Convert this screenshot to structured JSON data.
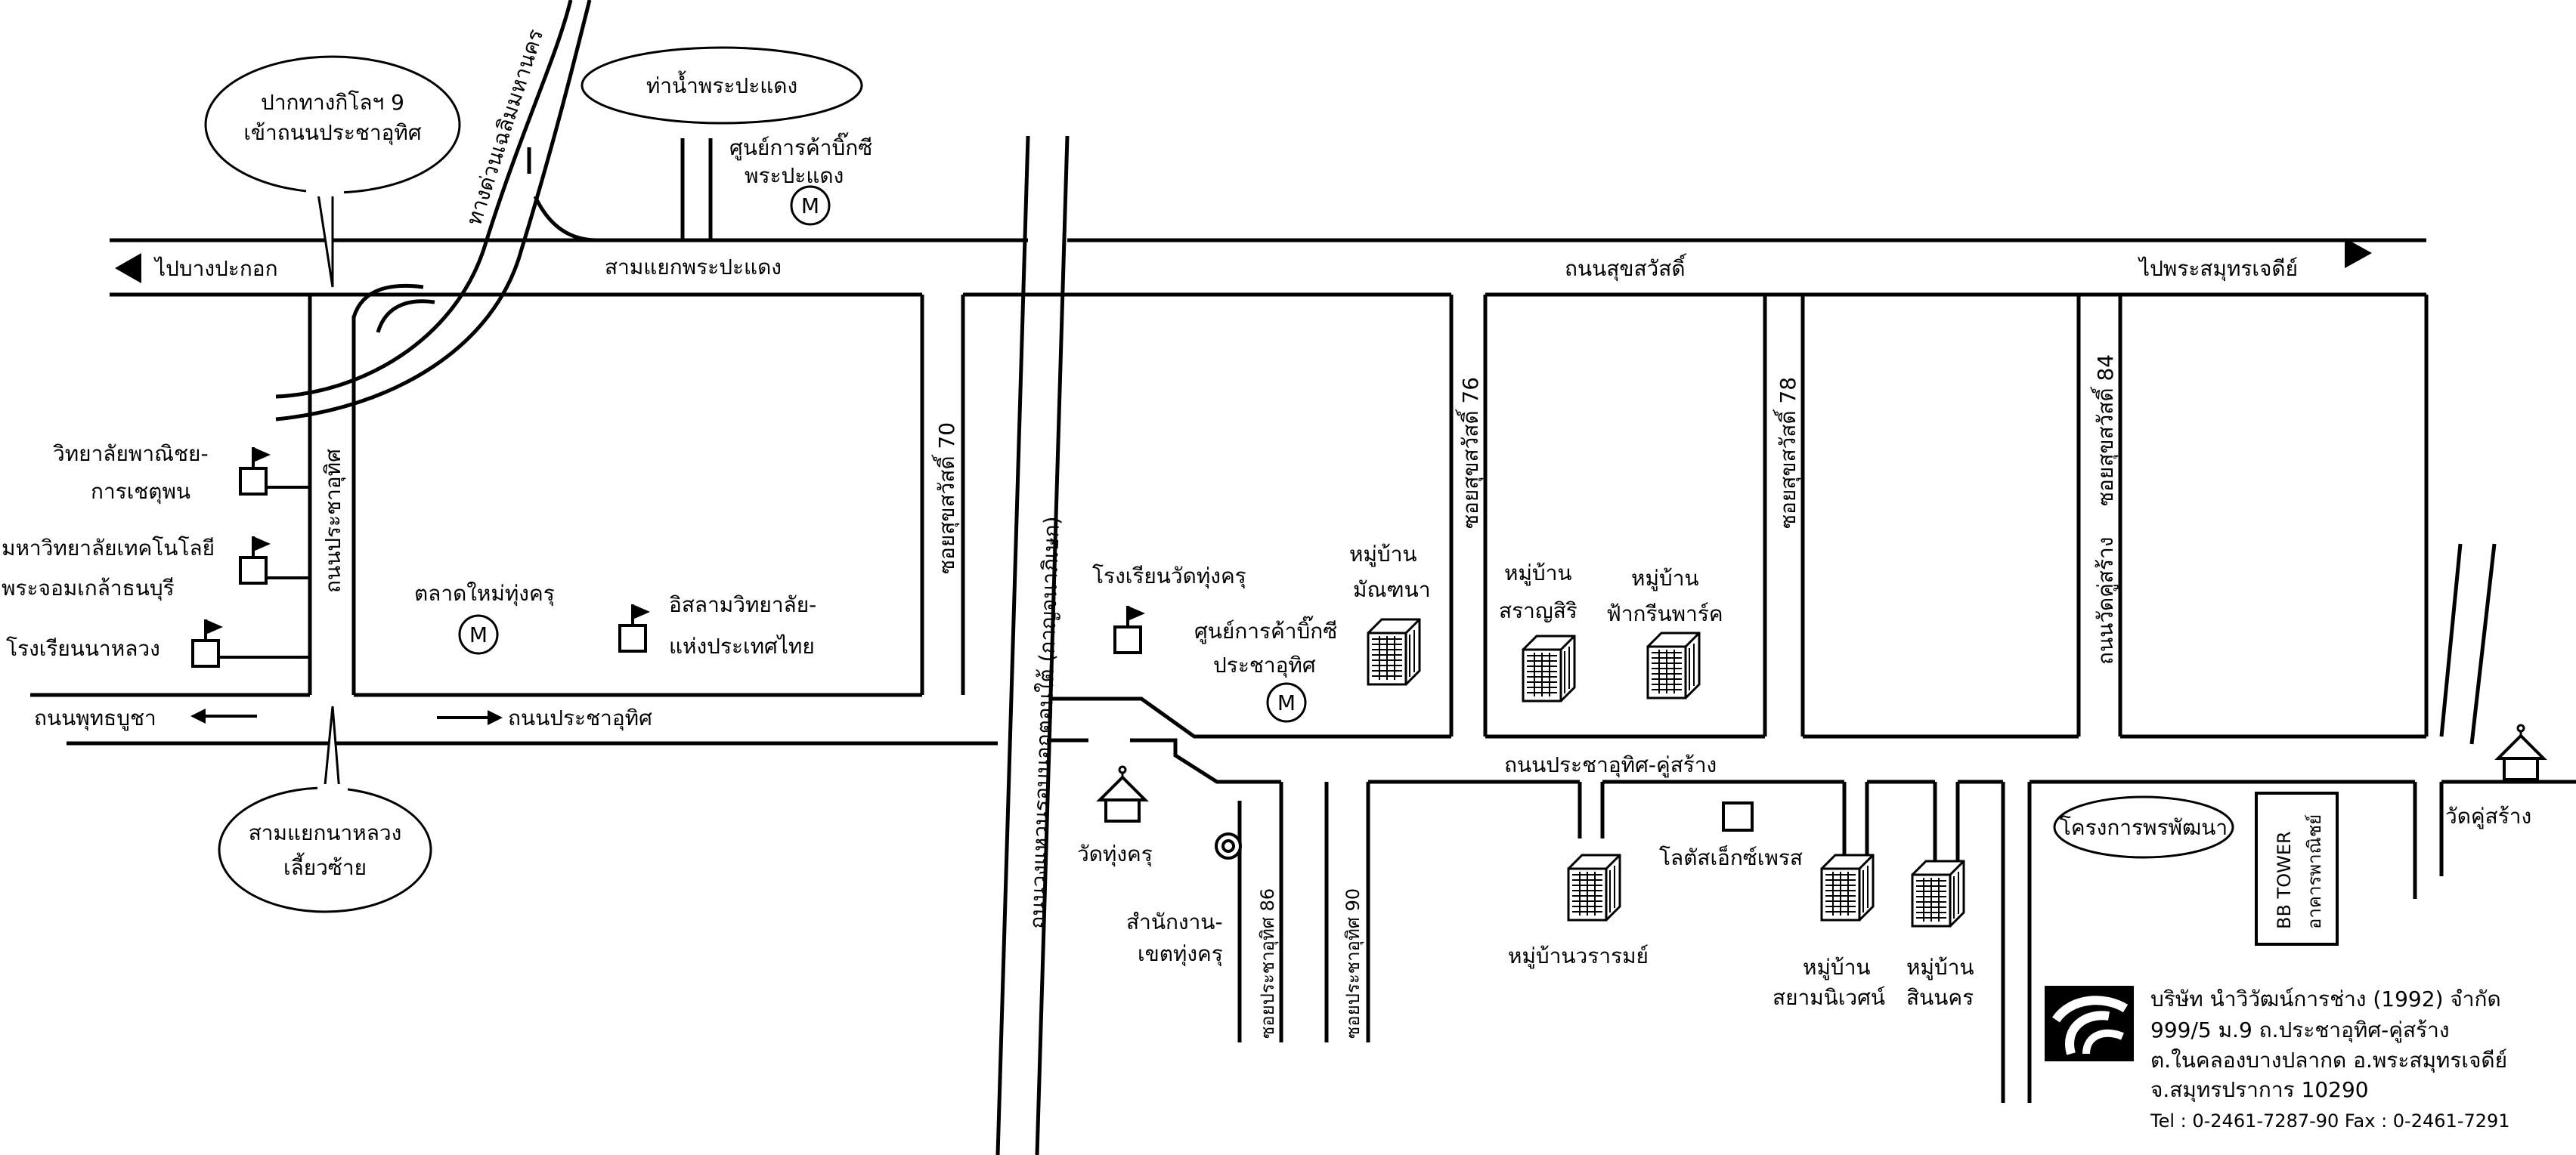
{
  "directions": {
    "west": "ไปบางปะกอก",
    "east": "ไปพระสมุทรเจดีย์"
  },
  "roads": {
    "suksawat": "ถนนสุขสวัสดิ์",
    "sam_yaek_pra_pradaeng": "สามแยกพระปะแดง",
    "expressway": "ทางด่วนเฉลิมมหานคร",
    "outer_ring": "ถนนวงแหวนรอบนอกตอนใต้ (กาญจนาภิเษก)",
    "pracha_uthit_vertical": "ถนนประชาอุทิศ",
    "pracha_uthit_horizontal": "ถนนประชาอุทิศ",
    "phutthabucha": "ถนนพุทธบูชา",
    "pracha_uthit_khu_sang": "ถนนประชาอุทิศ-คู่สร้าง",
    "soi_suksawat_70": "ซอยสุขสวัสดิ์ 70",
    "soi_suksawat_76": "ซอยสุขสวัสดิ์ 76",
    "soi_suksawat_78": "ซอยสุขสวัสดิ์ 78",
    "soi_suksawat_84": "ซอยสุขสวัสดิ์ 84",
    "wat_khu_sang_road": "ถนนวัดคู่สร้าง",
    "soi_pracha_uthit_86": "ซอยประชาอุทิศ 86",
    "soi_pracha_uthit_90": "ซอยประชาอุทิศ 90"
  },
  "callouts": {
    "km9_line1": "ปากทางกิโลฯ 9",
    "km9_line2": "เข้าถนนประชาอุทิศ",
    "pier": "ท่าน้ำพระปะแดง",
    "nalaung_line1": "สามแยกนาหลวง",
    "nalaung_line2": "เลี้ยวซ้าย",
    "project": "โครงการพรพัฒนา"
  },
  "places": {
    "big_c_pradaeng_line1": "ศูนย์การค้าบิ๊กซี",
    "big_c_pradaeng_line2": "พระปะแดง",
    "chetupon_line1": "วิทยาลัยพาณิชย-",
    "chetupon_line2": "การเชตุพน",
    "kmutt_line1": "มหาวิทยาลัยเทคโนโลยี",
    "kmutt_line2": "พระจอมเกล้าธนบุรี",
    "na_luang_school": "โรงเรียนนาหลวง",
    "thung_khru_market": "ตลาดใหม่ทุ่งครุ",
    "islamic_college_line1": "อิสลามวิทยาลัย-",
    "islamic_college_line2": "แห่งประเทศไทย",
    "wat_thung_khru_school": "โรงเรียนวัดทุ่งครุ",
    "big_c_pracha_uthit_line1": "ศูนย์การค้าบิ๊กซี",
    "big_c_pracha_uthit_line2": "ประชาอุทิศ",
    "mantana_line1": "หมู่บ้าน",
    "mantana_line2": "มัณฑนา",
    "saransiri_line1": "หมู่บ้าน",
    "saransiri_line2": "สราญสิริ",
    "fah_green_line1": "หมู่บ้าน",
    "fah_green_line2": "ฟ้ากรีนพาร์ค",
    "wat_thung_khru": "วัดทุ่งครุ",
    "district_office_line1": "สำนักงาน-",
    "district_office_line2": "เขตทุ่งครุ",
    "lotus_express": "โลตัสเอ็กซ์เพรส",
    "waraporn": "หมู่บ้านวรารมย์",
    "siam_niwet_line1": "หมู่บ้าน",
    "siam_niwet_line2": "สยามนิเวศน์",
    "sinnakorn_line1": "หมู่บ้าน",
    "sinnakorn_line2": "สินนคร",
    "wat_khu_sang": "วัดคู่สร้าง",
    "bb_tower_line1": "BB TOWER",
    "bb_tower_line2": "อาคารพาณิชย์"
  },
  "marker_letter": "M",
  "company": {
    "name": "บริษัท นำวิวัฒน์การช่าง (1992) จำกัด",
    "address1": "999/5 ม.9 ถ.ประชาอุทิศ-คู่สร้าง",
    "address2": "ต.ในคลองบางปลากด อ.พระสมุทรเจดีย์",
    "address3": "จ.สมุทรปราการ 10290",
    "contact": "Tel : 0-2461-7287-90   Fax : 0-2461-7291"
  },
  "colors": {
    "ink": "#000000",
    "paper": "#ffffff"
  }
}
